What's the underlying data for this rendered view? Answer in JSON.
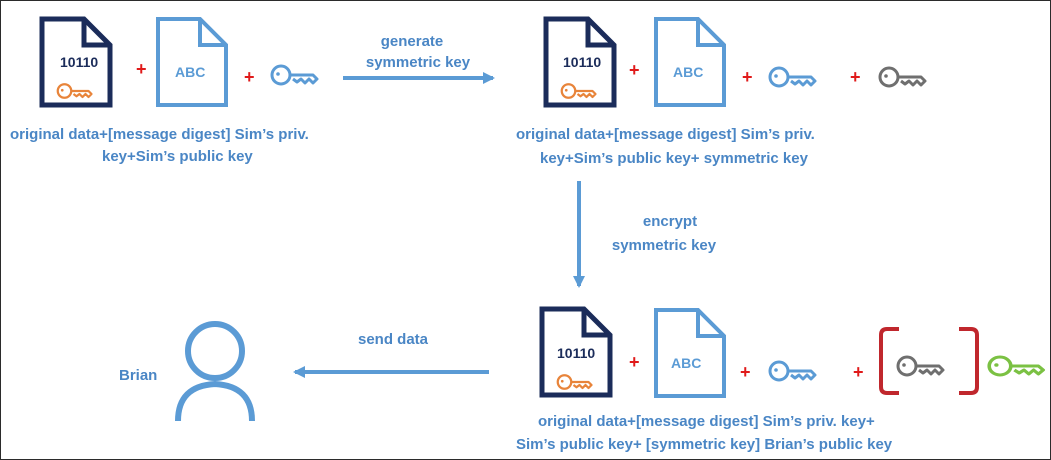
{
  "colors": {
    "dark_blue": "#1b2c5a",
    "light_blue": "#5b9bd5",
    "text_blue": "#4a86c5",
    "orange": "#e8843a",
    "red": "#e01a1a",
    "gray": "#6f6f6f",
    "dark_red": "#c0272d",
    "green": "#7bc143"
  },
  "icons": {
    "data_document": "document-with-binary-and-key-icon",
    "text_document": "document-abc-icon",
    "key": "key-icon",
    "person": "user-icon"
  },
  "doc_labels": {
    "binary": "10110",
    "abc": "ABC"
  },
  "plus": "+",
  "step1": {
    "caption_line1": "original data+[message digest] Sim’s priv.",
    "caption_line2": "key+Sim’s public key"
  },
  "arrow1": {
    "line1": "generate",
    "line2": "symmetric key"
  },
  "step2": {
    "caption_line1": "original data+[message digest] Sim’s priv.",
    "caption_line2": "key+Sim’s public key+ symmetric key"
  },
  "arrow2": {
    "line1": "encrypt",
    "line2": "symmetric key"
  },
  "step3": {
    "caption_line1": "original data+[message digest] Sim’s priv. key+",
    "caption_line2": "Sim’s public key+ [symmetric key] Brian’s public key"
  },
  "arrow3": {
    "label": "send data"
  },
  "recipient": {
    "name": "Brian"
  }
}
